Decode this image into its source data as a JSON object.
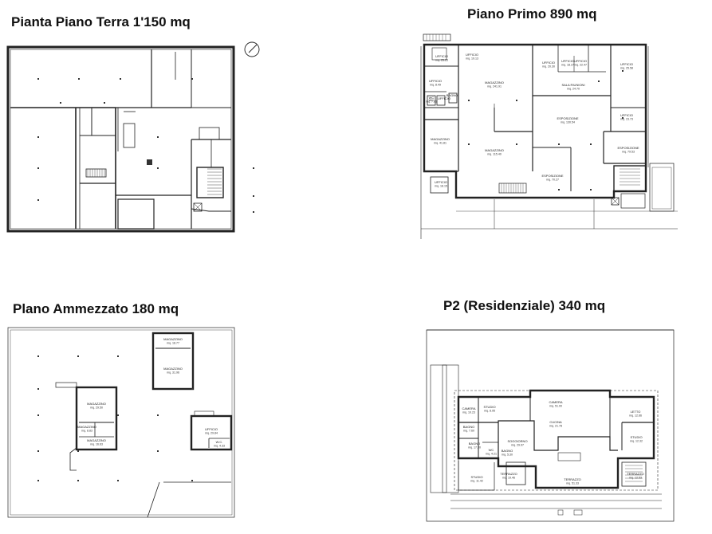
{
  "panels": {
    "ground": {
      "title": "Pianta Piano Terra 1'150 mq"
    },
    "first": {
      "title": "Piano Primo 890 mq"
    },
    "mezzanine": {
      "title": "Plano Ammezzato 180 mq"
    },
    "p2": {
      "title": "P2 (Residenziale) 340 mq"
    }
  },
  "first_rooms": [
    "UFFICIO mq. 25.25",
    "UFFICIO mq. 19.13",
    "UFFICIO mq. 8.49",
    "MAGAZZINO mq. 241.91",
    "UFFICIO mq. 20.30",
    "UFFICIO mq. 18.27",
    "UFFICIO mq. 22.47",
    "UFFICIO mq. 25.58",
    "SALA RIUNIONI mq. 24.70",
    "ESPOSIZIONE mq. 130.54",
    "UFFICIO mq. 23.73",
    "MAGAZZINO mq. 41.81",
    "MAGAZZINO mq. 115.40",
    "ESPOSIZIONE mq. 79.53",
    "ESPOSIZIONE mq. 70.27",
    "UFFICIO mq. 18.15",
    "UFFICIO",
    "WC",
    "WC mq. 7.81",
    "BAGNO"
  ],
  "mezz_rooms": [
    "MAGAZZINO mq. 18.77",
    "MAGAZZINO mq. 31.96",
    "MAGAZZINO mq. 29.50",
    "MAGAZZINO mq. 8.83",
    "MAGAZZINO mq. 16.63",
    "UFFICIO mq. 29.84",
    "W.C. mq. 4.33"
  ],
  "p2_rooms": [
    "CAMERA mq. 10.23",
    "STUDIO mq. 8.95",
    "BAGNO mq. 7.60",
    "BAGNO mq. 17.30",
    "SOGGIORNO mq. 29.97",
    "CUCINA mq. 21.78",
    "LETTO mq. 12.66",
    "STUDIO mq. 12.32",
    "STUDIO mq. 11.42",
    "TERRAZZO mq. 19.46",
    "TERRAZZO mq. 51.33",
    "TERRAZZO mq. 12.53",
    "WC mq. 4.21",
    "BAGNO mq. 5.30",
    "CAMERA mq. 51.00"
  ]
}
